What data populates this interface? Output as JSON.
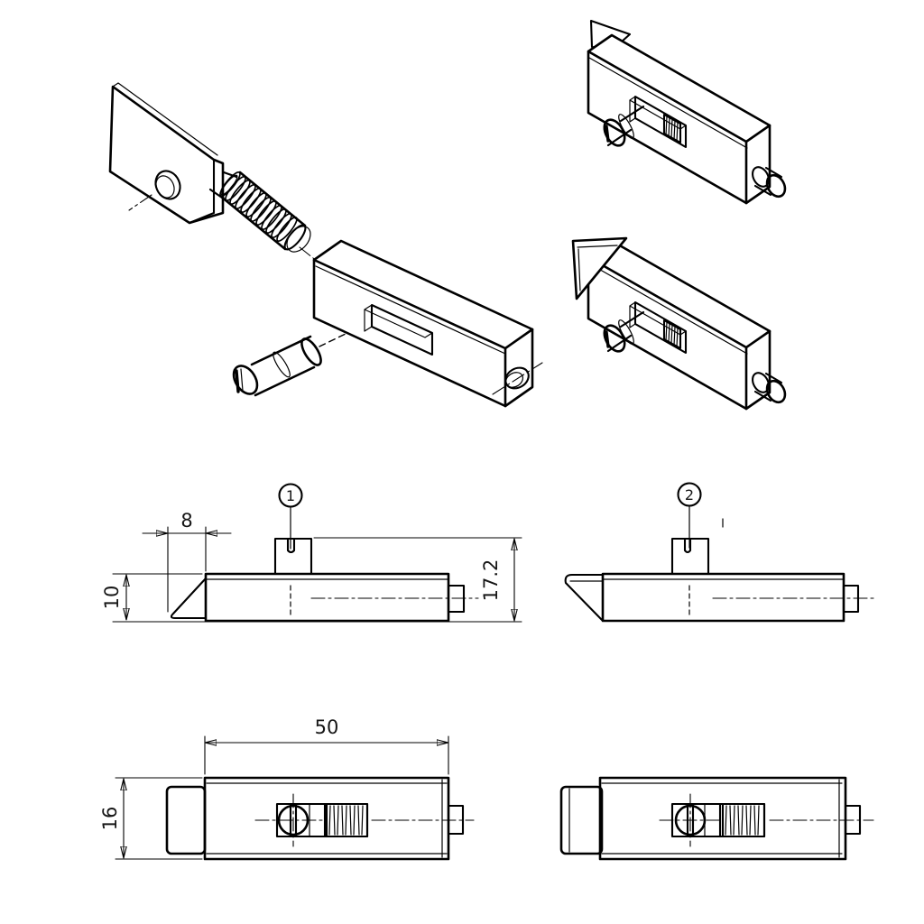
{
  "page": {
    "background": "#ffffff"
  },
  "drawing": {
    "type": "technical-drawing",
    "stroke_color": "#000000",
    "labels": {
      "variant_1": "1",
      "variant_2": "2"
    },
    "dimensions": {
      "wedge_length": "8",
      "body_height": "10",
      "total_height": "17.2",
      "body_length": "50",
      "body_width": "16"
    }
  }
}
